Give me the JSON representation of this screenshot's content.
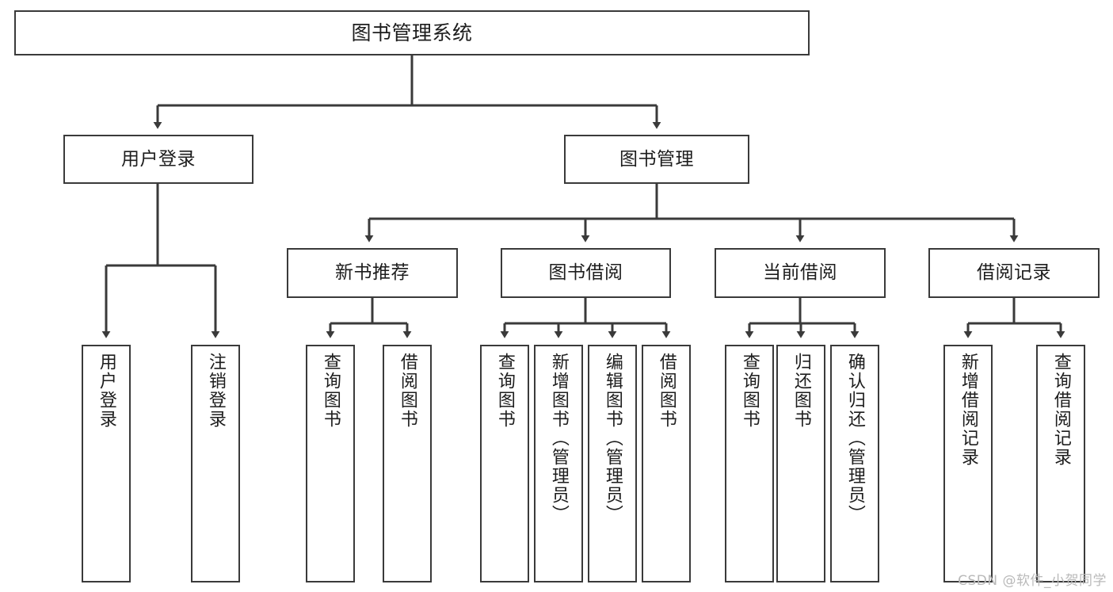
{
  "diagram": {
    "title": "图书管理系统",
    "type": "functional-structure-tree",
    "watermark": "CSDN @软件_小贺同学",
    "colors": {
      "background": "#ffffff",
      "box_border": "#3a3a3a",
      "box_fill": "#ffffff",
      "text": "#1d1d1d",
      "connector": "#3a3a3a",
      "watermark": "#b9b9b9"
    },
    "nodes": {
      "root": {
        "label": "图书管理系统"
      },
      "level2": [
        {
          "id": "user-login",
          "label": "用户登录"
        },
        {
          "id": "book-manage",
          "label": "图书管理"
        }
      ],
      "level3": [
        {
          "id": "new-book-recommend",
          "label": "新书推荐"
        },
        {
          "id": "book-borrow",
          "label": "图书借阅"
        },
        {
          "id": "current-borrow",
          "label": "当前借阅"
        },
        {
          "id": "borrow-record",
          "label": "借阅记录"
        }
      ],
      "leaves": {
        "user_login": [
          {
            "id": "leaf-user-login",
            "label": "用户登录"
          },
          {
            "id": "leaf-logout-login",
            "label": "注销登录"
          }
        ],
        "new_book_recommend": [
          {
            "id": "leaf-query-book-1",
            "label": "查询图书"
          },
          {
            "id": "leaf-borrow-book-1",
            "label": "借阅图书"
          }
        ],
        "book_borrow": [
          {
            "id": "leaf-query-book-2",
            "label": "查询图书"
          },
          {
            "id": "leaf-add-book",
            "label": "新增图书（管理员）"
          },
          {
            "id": "leaf-edit-book",
            "label": "编辑图书（管理员）"
          },
          {
            "id": "leaf-borrow-book-2",
            "label": "借阅图书"
          }
        ],
        "current_borrow": [
          {
            "id": "leaf-query-book-3",
            "label": "查询图书"
          },
          {
            "id": "leaf-return-book",
            "label": "归还图书"
          },
          {
            "id": "leaf-confirm-return",
            "label": "确认归还（管理员）"
          }
        ],
        "borrow_record": [
          {
            "id": "leaf-add-record",
            "label": "新增借阅记录"
          },
          {
            "id": "leaf-query-record",
            "label": "查询借阅记录"
          }
        ]
      }
    }
  }
}
